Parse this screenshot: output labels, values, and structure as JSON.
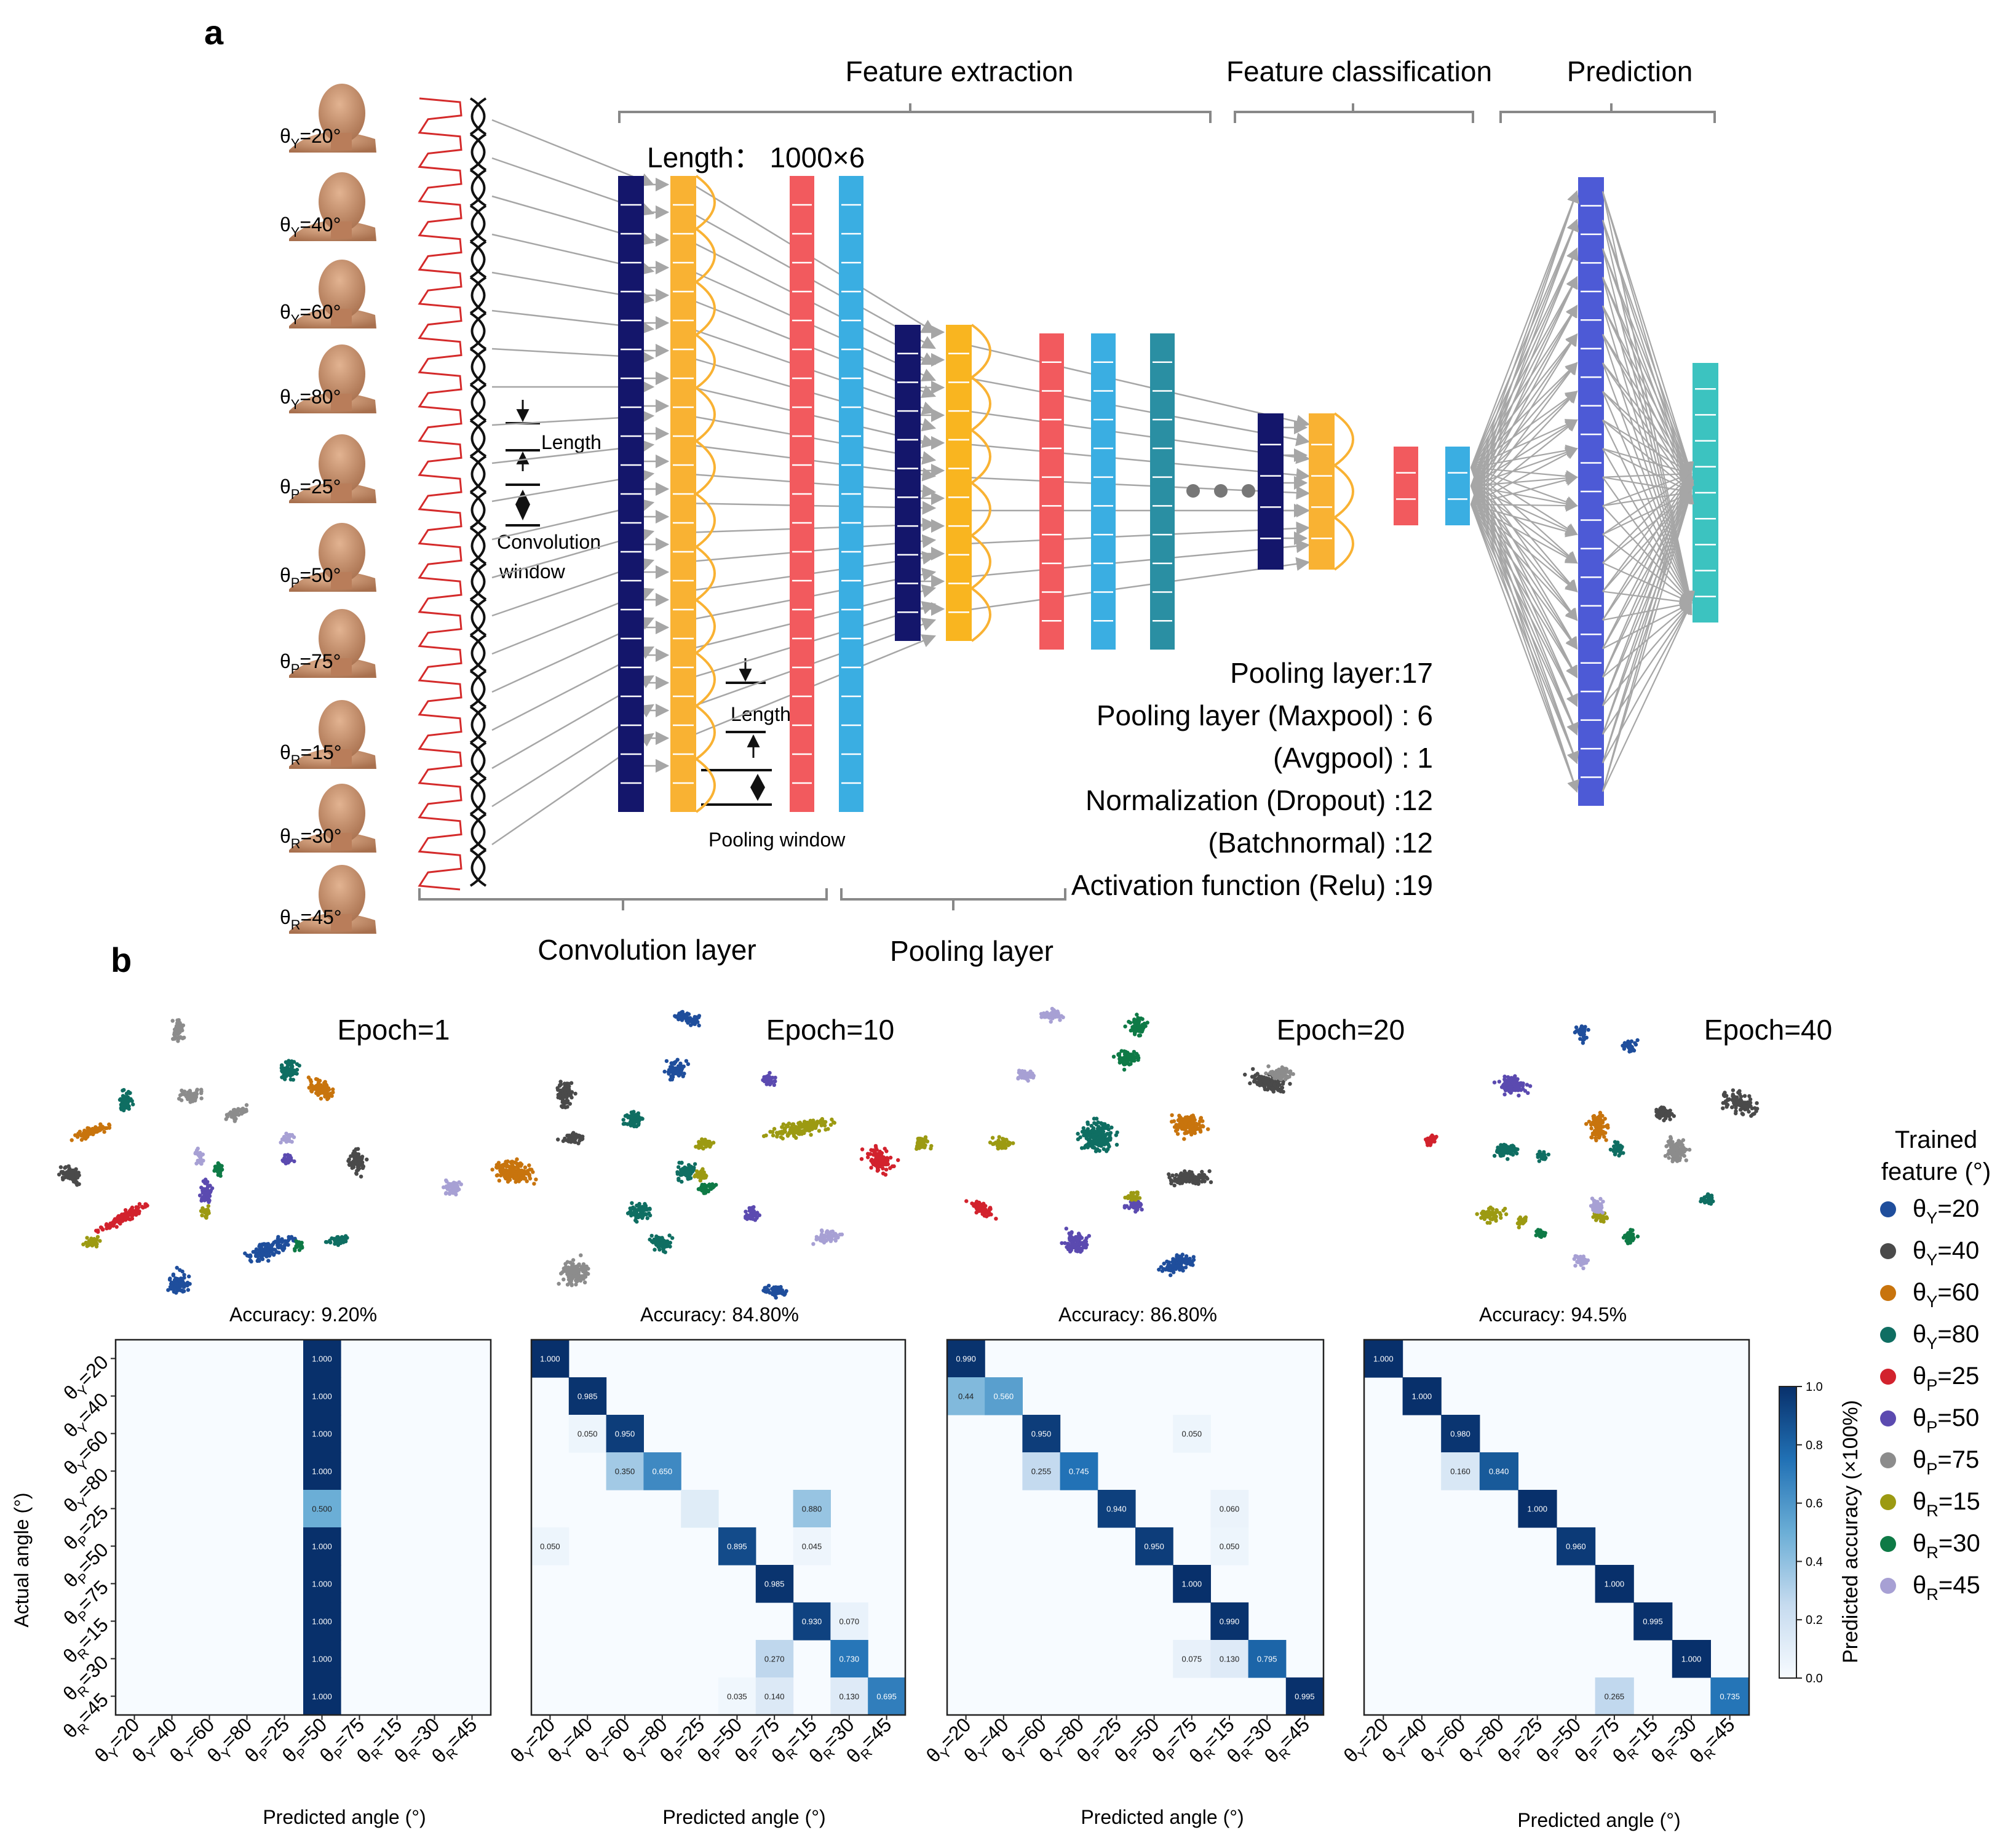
{
  "panel_a": {
    "letter": "a",
    "bracket_feature_extraction": "Feature extraction",
    "bracket_feature_classification": "Feature classification",
    "bracket_prediction": "Prediction",
    "length_label": "Length： 1000×6",
    "conv_length_label": "Length",
    "conv_window_line1": "Convolution",
    "conv_window_line2": "window",
    "pool_length_label": "Length",
    "pool_window_label": "Pooling window",
    "bottom_convolution": "Convolution layer",
    "bottom_pooling": "Pooling layer",
    "heads": [
      {
        "base": "θ",
        "sub": "Y",
        "value": "=20°"
      },
      {
        "base": "θ",
        "sub": "Y",
        "value": "=40°"
      },
      {
        "base": "θ",
        "sub": "Y",
        "value": "=60°"
      },
      {
        "base": "θ",
        "sub": "Y",
        "value": "=80°"
      },
      {
        "base": "θ",
        "sub": "P",
        "value": "=25°"
      },
      {
        "base": "θ",
        "sub": "P",
        "value": "=50°"
      },
      {
        "base": "θ",
        "sub": "P",
        "value": "=75°"
      },
      {
        "base": "θ",
        "sub": "R",
        "value": "=15°"
      },
      {
        "base": "θ",
        "sub": "R",
        "value": "=30°"
      },
      {
        "base": "θ",
        "sub": "R",
        "value": "=45°"
      }
    ],
    "stats": [
      "Pooling layer:17",
      "Pooling layer (Maxpool) :  6",
      "(Avgpool) :  1",
      "Normalization (Dropout) :12",
      "(Batchnormal) :12",
      "Activation function (Relu) :19"
    ],
    "colors": {
      "navy": "#14166b",
      "orange": "#f9b233",
      "red": "#f25a5e",
      "sky": "#3aaee2",
      "teal": "#2a8fa3",
      "violet": "#4d5ad6",
      "cyan": "#3cc3c0",
      "signal": "#d42a2a",
      "arrow": "#a6a6a6"
    }
  },
  "panel_b": {
    "letter": "b",
    "legend_title_line1": "Trained",
    "legend_title_line2": "feature (°)",
    "classes": [
      {
        "base": "θ",
        "sub": "Y",
        "value": "=20",
        "color": "#1f4e9c"
      },
      {
        "base": "θ",
        "sub": "Y",
        "value": "=40",
        "color": "#4a4a4a"
      },
      {
        "base": "θ",
        "sub": "Y",
        "value": "=60",
        "color": "#c8740d"
      },
      {
        "base": "θ",
        "sub": "Y",
        "value": "=80",
        "color": "#0f6e62"
      },
      {
        "base": "θ",
        "sub": "P",
        "value": "=25",
        "color": "#d2222d"
      },
      {
        "base": "θ",
        "sub": "P",
        "value": "=50",
        "color": "#5b4ab0"
      },
      {
        "base": "θ",
        "sub": "P",
        "value": "=75",
        "color": "#8c8c8c"
      },
      {
        "base": "θ",
        "sub": "R",
        "value": "=15",
        "color": "#9c9a12"
      },
      {
        "base": "θ",
        "sub": "R",
        "value": "=30",
        "color": "#0e7a46"
      },
      {
        "base": "θ",
        "sub": "R",
        "value": "=45",
        "color": "#a7a0d4"
      }
    ],
    "tick_labels": [
      {
        "base": "θ",
        "sub": "Y",
        "value": "=20"
      },
      {
        "base": "θ",
        "sub": "Y",
        "value": "=40"
      },
      {
        "base": "θ",
        "sub": "Y",
        "value": "=60"
      },
      {
        "base": "θ",
        "sub": "Y",
        "value": "=80"
      },
      {
        "base": "θ",
        "sub": "P",
        "value": "=25"
      },
      {
        "base": "θ",
        "sub": "P",
        "value": "=50"
      },
      {
        "base": "θ",
        "sub": "P",
        "value": "=75"
      },
      {
        "base": "θ",
        "sub": "R",
        "value": "=15"
      },
      {
        "base": "θ",
        "sub": "R",
        "value": "=30"
      },
      {
        "base": "θ",
        "sub": "R",
        "value": "=45"
      }
    ],
    "ylabel": "Actual angle (°)",
    "xlabel": "Predicted angle (°)",
    "colorbar_label": "Predicted accuracy (×100%)",
    "colorbar_ticks": [
      "0.0",
      "0.2",
      "0.4",
      "0.6",
      "0.8",
      "1.0"
    ]
  },
  "chart_data": [
    {
      "type": "heatmap",
      "title": "Epoch=1",
      "subtitle": "Accuracy:  9.20%",
      "cells": [
        [
          0,
          5,
          1.0,
          "1.000"
        ],
        [
          1,
          5,
          1.0,
          "1.000"
        ],
        [
          2,
          5,
          1.0,
          "1.000"
        ],
        [
          3,
          5,
          1.0,
          "1.000"
        ],
        [
          4,
          5,
          0.5,
          "0.500"
        ],
        [
          5,
          5,
          1.0,
          "1.000"
        ],
        [
          6,
          5,
          1.0,
          "1.000"
        ],
        [
          7,
          5,
          1.0,
          "1.000"
        ],
        [
          8,
          5,
          1.0,
          "1.000"
        ],
        [
          9,
          5,
          1.0,
          "1.000"
        ]
      ]
    },
    {
      "type": "heatmap",
      "title": "Epoch=10",
      "subtitle": "Accuracy:  84.80%",
      "cells": [
        [
          0,
          0,
          1.0,
          "1.000"
        ],
        [
          1,
          1,
          0.985,
          "0.985"
        ],
        [
          2,
          1,
          0.05,
          "0.050"
        ],
        [
          2,
          2,
          0.95,
          "0.950"
        ],
        [
          3,
          2,
          0.35,
          "0.350"
        ],
        [
          3,
          3,
          0.65,
          "0.650"
        ],
        [
          4,
          4,
          0.12,
          ""
        ],
        [
          4,
          7,
          0.38,
          "0.880"
        ],
        [
          5,
          0,
          0.05,
          "0.050"
        ],
        [
          5,
          5,
          0.895,
          "0.895"
        ],
        [
          5,
          7,
          0.045,
          "0.045"
        ],
        [
          6,
          6,
          0.985,
          "0.985"
        ],
        [
          7,
          7,
          0.93,
          "0.930"
        ],
        [
          7,
          8,
          0.07,
          "0.070"
        ],
        [
          8,
          6,
          0.27,
          "0.270"
        ],
        [
          8,
          8,
          0.73,
          "0.730"
        ],
        [
          9,
          5,
          0.035,
          "0.035"
        ],
        [
          9,
          6,
          0.14,
          "0.140"
        ],
        [
          9,
          8,
          0.13,
          "0.130"
        ],
        [
          9,
          9,
          0.695,
          "0.695"
        ]
      ]
    },
    {
      "type": "heatmap",
      "title": "Epoch=20",
      "subtitle": "Accuracy:  86.80%",
      "cells": [
        [
          0,
          0,
          0.99,
          "0.990"
        ],
        [
          1,
          0,
          0.44,
          "0.44"
        ],
        [
          1,
          1,
          0.56,
          "0.560"
        ],
        [
          2,
          2,
          0.95,
          "0.950"
        ],
        [
          2,
          6,
          0.05,
          "0.050"
        ],
        [
          3,
          2,
          0.255,
          "0.255"
        ],
        [
          3,
          3,
          0.745,
          "0.745"
        ],
        [
          4,
          4,
          0.94,
          "0.940"
        ],
        [
          4,
          7,
          0.06,
          "0.060"
        ],
        [
          5,
          5,
          0.95,
          "0.950"
        ],
        [
          5,
          7,
          0.05,
          "0.050"
        ],
        [
          6,
          6,
          1.0,
          "1.000"
        ],
        [
          7,
          7,
          0.99,
          "0.990"
        ],
        [
          8,
          6,
          0.075,
          "0.075"
        ],
        [
          8,
          7,
          0.13,
          "0.130"
        ],
        [
          8,
          8,
          0.795,
          "0.795"
        ],
        [
          9,
          9,
          0.995,
          "0.995"
        ]
      ]
    },
    {
      "type": "heatmap",
      "title": "Epoch=40",
      "subtitle": "Accuracy:  94.5%",
      "cells": [
        [
          0,
          0,
          1.0,
          "1.000"
        ],
        [
          1,
          1,
          1.0,
          "1.000"
        ],
        [
          2,
          2,
          0.98,
          "0.980"
        ],
        [
          3,
          2,
          0.16,
          "0.160"
        ],
        [
          3,
          3,
          0.84,
          "0.840"
        ],
        [
          4,
          4,
          1.0,
          "1.000"
        ],
        [
          5,
          5,
          0.96,
          "0.960"
        ],
        [
          6,
          6,
          1.0,
          "1.000"
        ],
        [
          7,
          7,
          0.995,
          "0.995"
        ],
        [
          8,
          8,
          1.0,
          "1.000"
        ],
        [
          9,
          6,
          0.265,
          "0.265"
        ],
        [
          9,
          9,
          0.735,
          "0.735"
        ]
      ]
    }
  ]
}
